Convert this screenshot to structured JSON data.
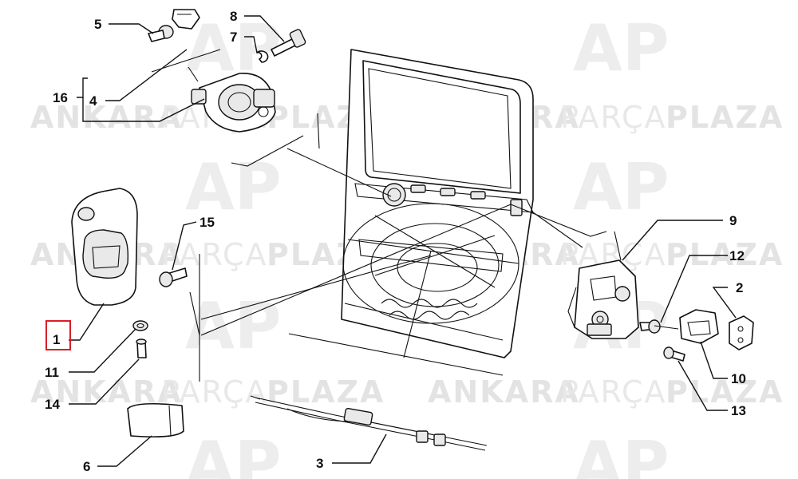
{
  "watermark": {
    "word1": "ANKARA",
    "word2": "PARÇA",
    "word3": "PLAZA",
    "logo": "AP"
  },
  "highlight_color": "#d81e2a",
  "callouts": {
    "p1": "1",
    "p2": "2",
    "p3": "3",
    "p4": "4",
    "p5": "5",
    "p6": "6",
    "p7": "7",
    "p8": "8",
    "p9": "9",
    "p10": "10",
    "p11": "11",
    "p12": "12",
    "p13": "13",
    "p14": "14",
    "p15": "15",
    "p16": "16"
  },
  "highlighted_callout": "1"
}
